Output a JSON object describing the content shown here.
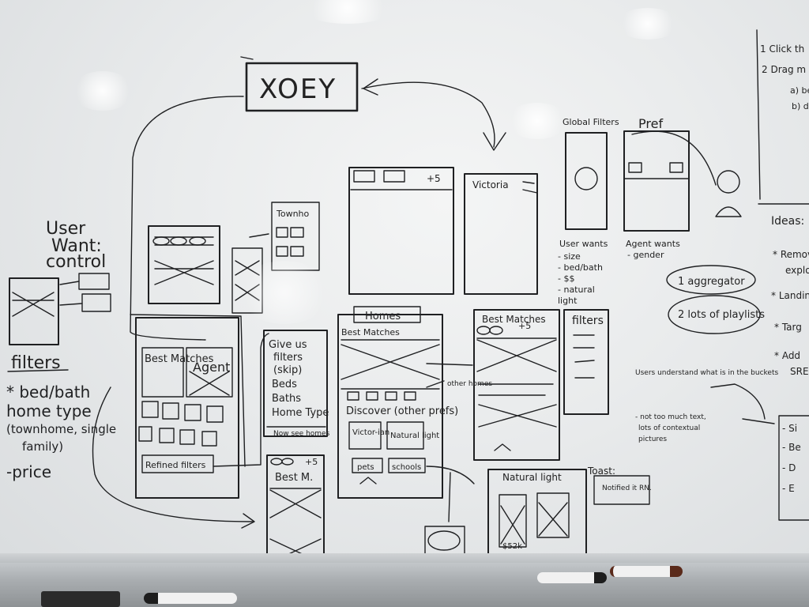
{
  "board": {
    "title": "XOEY",
    "left_notes": {
      "heading": "User Want control",
      "filters_heading": "filters",
      "filter_items": [
        "* bed/bath",
        "home type",
        "(townhome, single",
        "family)",
        "-price"
      ]
    },
    "left_screen": {
      "card1": "Best Matches",
      "card2": "Agent",
      "button": "Refined filters"
    },
    "small_panels": {
      "townhome": "Townho",
      "filter_list": [
        "Give us",
        "filters",
        "(skip)",
        "Beds",
        "Baths",
        "Home Type"
      ],
      "filter_list_button": "Now see homes",
      "best_m": "Best M.",
      "plus_five": "+5"
    },
    "center_top": {
      "plus_five": "+5",
      "victoria": "Victoria"
    },
    "right_top": {
      "global_filters": "Global Filters",
      "pref": "Pref",
      "user_wants_heading": "User wants",
      "user_wants_items": [
        "- size",
        "- bed/bath",
        "- $$",
        "- natural",
        "  light"
      ],
      "agent_wants_heading": "Agent wants",
      "agent_wants_items": [
        "- gender"
      ]
    },
    "homes_screen": {
      "title": "Homes",
      "best_matches": "Best Matches",
      "discover": "Discover (other prefs)",
      "tiles": [
        "Victor-ian",
        "Natural light",
        "pets",
        "schools"
      ],
      "other_homes": "other homes"
    },
    "best_matches_screen": {
      "title": "Best Matches",
      "plus_five": "+5"
    },
    "filters_box": {
      "title": "filters"
    },
    "bubbles": [
      "1 aggregator",
      "2 lots of playlists"
    ],
    "notes": [
      "Users understand what is in the buckets",
      "- not too much text,",
      "  lots of contextual",
      "  pictures"
    ],
    "natural_light_screen": {
      "title": "Natural light",
      "price": "$52k"
    },
    "toast": {
      "label": "Toast:",
      "text": "Notified it RN."
    },
    "right_panel": {
      "steps": [
        "1 Click th",
        "2 Drag m",
        "a) be",
        "b) d"
      ],
      "ideas_heading": "Ideas:",
      "ideas": [
        "* Remove",
        "  explore",
        "* Landin",
        "* Targ",
        "* Add",
        "  SRE"
      ],
      "lower_items": [
        "- Si",
        "- Be",
        "- D",
        "- E"
      ]
    },
    "markers": [
      {
        "label": "black marker left",
        "color": "#1d1d1d"
      },
      {
        "label": "black marker right",
        "color": "#1d1d1d"
      },
      {
        "label": "brown marker",
        "color": "#5a2a1a"
      }
    ]
  }
}
